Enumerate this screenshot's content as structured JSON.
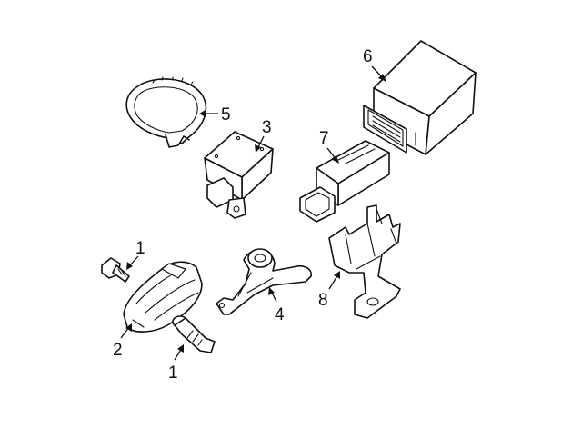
{
  "diagram": {
    "callouts": [
      {
        "id": "c1a",
        "label": "1"
      },
      {
        "id": "c1b",
        "label": "1"
      },
      {
        "id": "c2",
        "label": "2"
      },
      {
        "id": "c3",
        "label": "3"
      },
      {
        "id": "c4",
        "label": "4"
      },
      {
        "id": "c5",
        "label": "5"
      },
      {
        "id": "c6",
        "label": "6"
      },
      {
        "id": "c7",
        "label": "7"
      },
      {
        "id": "c8",
        "label": "8"
      }
    ]
  }
}
